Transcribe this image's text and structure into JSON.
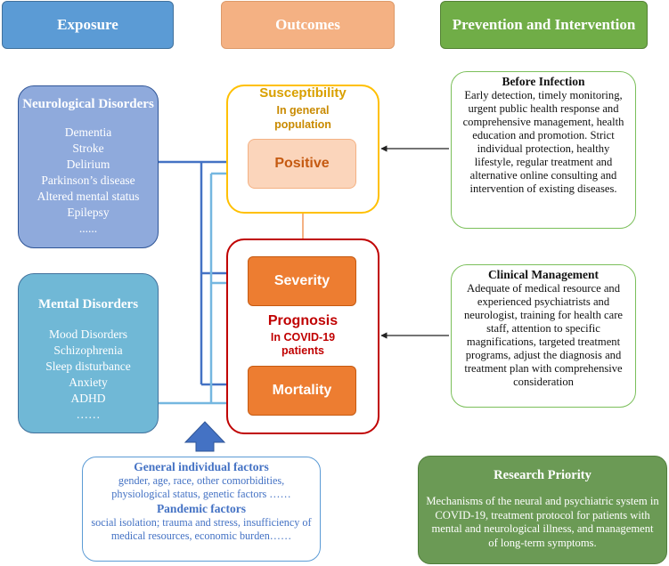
{
  "headers": {
    "exposure": "Exposure",
    "outcomes": "Outcomes",
    "prevention": "Prevention and Intervention"
  },
  "neurological": {
    "title": "Neurological Disorders",
    "items": [
      "Dementia",
      "Stroke",
      "Delirium",
      "Parkinson’s disease",
      "Altered mental status",
      "Epilepsy",
      "......"
    ]
  },
  "mental": {
    "title": "Mental Disorders",
    "items": [
      "Mood Disorders",
      "Schizophrenia",
      "Sleep disturbance",
      "Anxiety",
      "ADHD",
      "……"
    ]
  },
  "susceptibility": {
    "title": "Susceptibility",
    "subtitle": "In general population",
    "positive": "Positive"
  },
  "prognosis": {
    "severity": "Severity",
    "title": "Prognosis",
    "subtitle": "In COVID-19 patients",
    "mortality": "Mortality"
  },
  "before_infection": {
    "title": "Before Infection",
    "body": "Early detection, timely monitoring, urgent public health response and comprehensive management, health education and promotion. Strict individual protection, healthy lifestyle, regular treatment and alternative online consulting and intervention of existing diseases."
  },
  "clinical_management": {
    "title": "Clinical Management",
    "body": "Adequate of medical resource and experienced psychiatrists and neurologist, training for health care staff, attention to specific magnifications, targeted treatment programs, adjust the diagnosis and treatment plan with comprehensive consideration"
  },
  "factors": {
    "general_title": "General individual factors",
    "general_body": "gender, age, race, other comorbidities, physiological status, genetic factors ……",
    "pandemic_title": "Pandemic factors",
    "pandemic_body": "social isolation; trauma and stress, insufficiency of medical resources, economic burden……"
  },
  "research": {
    "title": "Research Priority",
    "body": "Mechanisms of the neural and psychiatric system in COVID-19, treatment protocol for patients with mental and neurological illness, and management of long-term symptoms."
  },
  "colors": {
    "exposure_header": "#5b9bd5",
    "outcomes_header": "#f4b183",
    "prevention_header": "#70ad47",
    "neuro_box": "#8faadc",
    "mental_box": "#70b8d6",
    "susceptibility_border": "#ffc000",
    "prognosis_border": "#c00000",
    "orange_box": "#ed7d31",
    "dark_arrow": "#4472c4",
    "light_arrow": "#75b7e0",
    "research_box": "#6b9a55"
  }
}
